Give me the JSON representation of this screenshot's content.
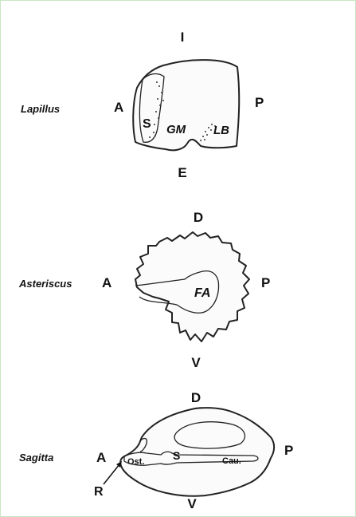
{
  "panels": [
    {
      "name": "Lapillus",
      "orientation": {
        "top": "I",
        "bottom": "E",
        "left": "A",
        "right": "P"
      },
      "features": [
        "S",
        "GM",
        "LB"
      ]
    },
    {
      "name": "Asteriscus",
      "orientation": {
        "top": "D",
        "bottom": "V",
        "left": "A",
        "right": "P"
      },
      "features": [
        "FA"
      ]
    },
    {
      "name": "Sagitta",
      "orientation": {
        "top": "D",
        "bottom": "V",
        "left": "A",
        "right": "P"
      },
      "features": [
        "Ost.",
        "S",
        "Cau.",
        "R"
      ]
    }
  ]
}
